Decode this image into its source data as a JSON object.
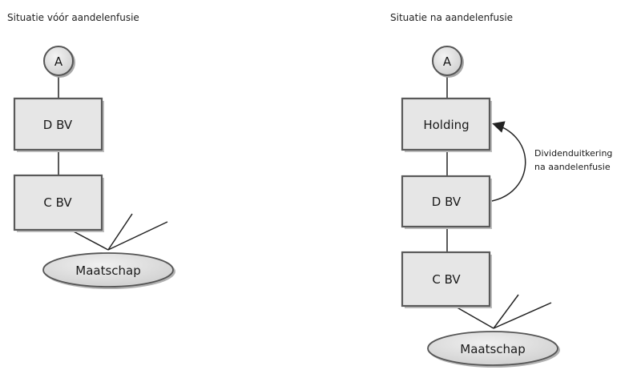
{
  "before": {
    "title": "Situatie vóór aandelenfusie",
    "shareholder": "A",
    "top_company": "D BV",
    "bottom_company": "C BV",
    "partnership": "Maatschap"
  },
  "after": {
    "title": "Situatie na aandelenfusie",
    "shareholder": "A",
    "top_company": "Holding",
    "middle_company": "D BV",
    "bottom_company": "C BV",
    "partnership": "Maatschap",
    "arrow_label_line1": "Dividenduitkering",
    "arrow_label_line2": "na aandelenfusie"
  },
  "colors": {
    "box_fill": "#e6e6e6",
    "box_border": "#595959",
    "line": "#222222"
  }
}
